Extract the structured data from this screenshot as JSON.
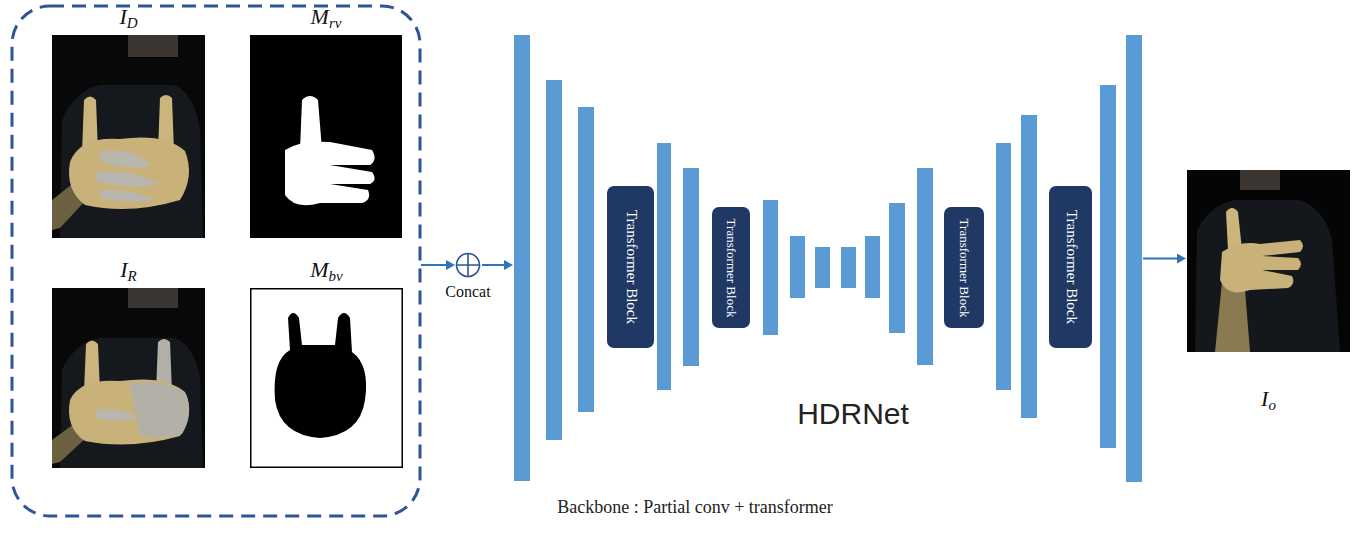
{
  "diagram": {
    "nodes": [
      {
        "text": [
          "ID"
        ]
      },
      {
        "text": [
          "Mrv"
        ]
      },
      {
        "text": [
          "IR"
        ]
      },
      {
        "text": [
          "Mbv"
        ]
      },
      {
        "text": [
          "Concat"
        ]
      },
      {
        "text": [
          "HDRNet"
        ]
      },
      {
        "text": [
          "Transformer Block"
        ],
        "in": 5
      },
      {
        "text": [
          "Transformer Block"
        ],
        "in": 5
      },
      {
        "text": [
          "Transformer Block"
        ],
        "in": 5
      },
      {
        "text": [
          "Transformer Block"
        ],
        "in": 5
      },
      {
        "text": [
          "Io"
        ]
      }
    ],
    "edges": [
      {
        "from": 4,
        "to": 5,
        "arrow": "to"
      },
      {
        "from": 5,
        "to": 10,
        "arrow": "to"
      }
    ],
    "labels": [
      "Backbone : Partial conv + transformer"
    ]
  }
}
